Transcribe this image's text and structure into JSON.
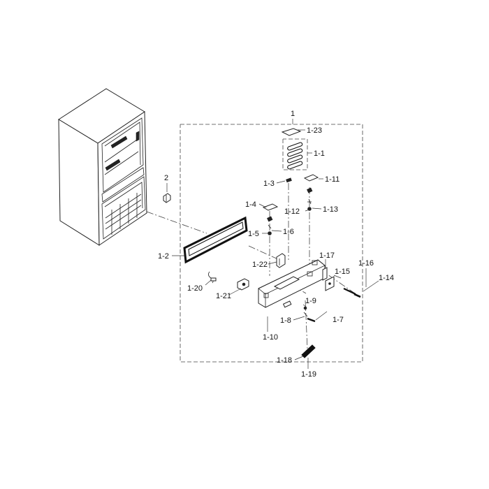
{
  "diagram": {
    "labels": {
      "l1": "1",
      "l2": "2",
      "l1_1": "1-1",
      "l1_2": "1-2",
      "l1_3": "1-3",
      "l1_4": "1-4",
      "l1_5": "1-5",
      "l1_6": "1-6",
      "l1_7": "1-7",
      "l1_8": "1-8",
      "l1_9": "1-9",
      "l1_10": "1-10",
      "l1_11": "1-11",
      "l1_12": "1-12",
      "l1_13": "1-13",
      "l1_14": "1-14",
      "l1_15": "1-15",
      "l1_16": "1-16",
      "l1_17": "1-17",
      "l1_18": "1-18",
      "l1_19": "1-19",
      "l1_20": "1-20",
      "l1_21": "1-21",
      "l1_22": "1-22",
      "l1_23": "1-23"
    }
  }
}
